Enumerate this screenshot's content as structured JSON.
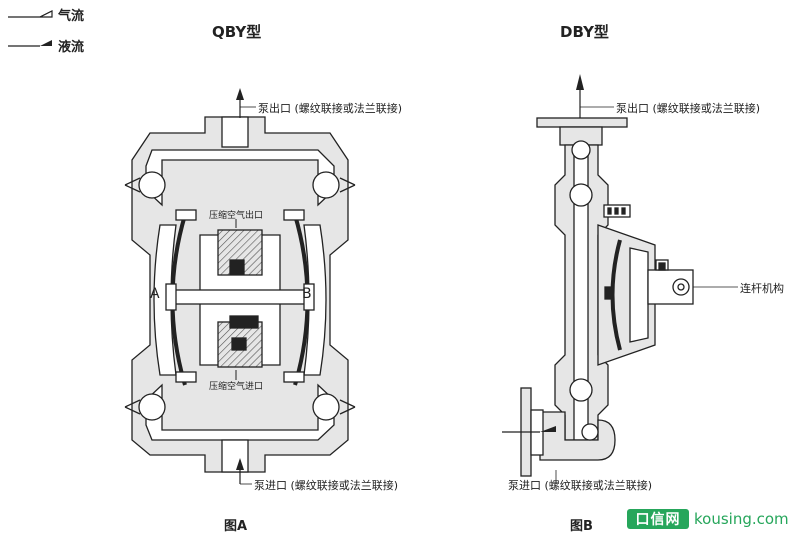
{
  "legend": {
    "air_label": "气流",
    "liquid_label": "液流"
  },
  "figure_a": {
    "model": "QBY型",
    "outlet_label": "泵出口 (螺纹联接或法兰联接)",
    "inlet_label": "泵进口 (螺纹联接或法兰联接)",
    "air_outlet_label": "压缩空气出口",
    "air_inlet_label": "压缩空气进口",
    "chamber_a": "A",
    "chamber_b": "B",
    "caption": "图A"
  },
  "figure_b": {
    "model": "DBY型",
    "outlet_label": "泵出口 (螺纹联接或法兰联接)",
    "inlet_label": "泵进口 (螺纹联接或法兰联接)",
    "linkage_label": "连杆机构",
    "caption": "图B"
  },
  "watermark": {
    "brand": "口信网",
    "url": "kousing.com"
  },
  "colors": {
    "line": "#222222",
    "body_fill": "#e6e6e6",
    "channel_fill": "#ffffff",
    "hatch": "#555555",
    "watermark": "#26a65b"
  }
}
